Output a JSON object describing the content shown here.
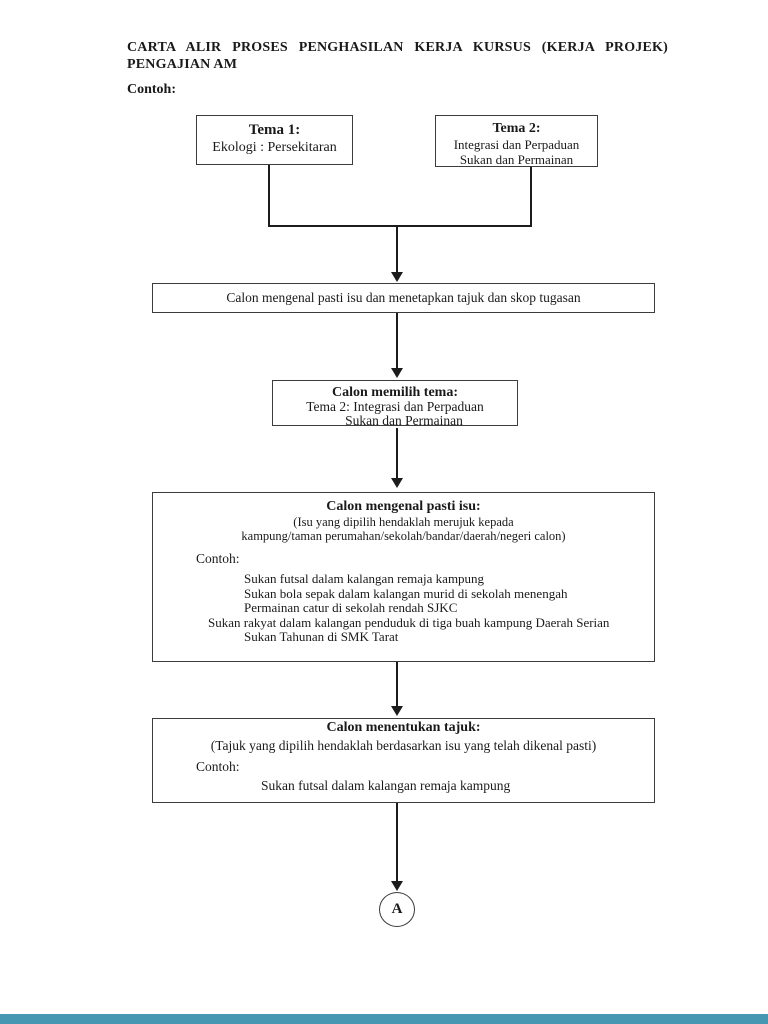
{
  "header": {
    "title_line1": "CARTA ALIR PROSES PENGHASILAN KERJA KURSUS (KERJA PROJEK)",
    "title_line2": "PENGAJIAN AM",
    "contoh_label": "Contoh:"
  },
  "flowchart": {
    "tema1": {
      "title": "Tema 1:",
      "line1": "Ekologi : Persekitaran"
    },
    "tema2": {
      "title": "Tema 2:",
      "line1": "Integrasi dan Perpaduan",
      "line2": "Sukan dan Permainan"
    },
    "step1": {
      "text": "Calon mengenal pasti isu dan menetapkan tajuk dan skop tugasan"
    },
    "step2": {
      "title": "Calon memilih tema:",
      "line1": "Tema 2: Integrasi dan Perpaduan",
      "line2": "Sukan dan Permainan"
    },
    "step3": {
      "title": "Calon mengenal pasti isu:",
      "note1": "(Isu yang dipilih hendaklah merujuk kepada",
      "note2": "kampung/taman perumahan/sekolah/bandar/daerah/negeri calon)",
      "contoh_label": "Contoh:",
      "examples": [
        "Sukan futsal dalam kalangan remaja kampung",
        "Sukan bola sepak dalam kalangan murid di sekolah menengah",
        "Permainan catur di sekolah rendah SJKC",
        "Sukan rakyat dalam kalangan penduduk di tiga buah kampung Daerah Serian",
        "Sukan Tahunan di SMK Tarat"
      ]
    },
    "step4": {
      "title": "Calon menentukan tajuk:",
      "note": "(Tajuk yang dipilih hendaklah berdasarkan isu yang telah dikenal pasti)",
      "contoh_label": "Contoh:",
      "example": "Sukan futsal dalam kalangan remaja kampung"
    },
    "offpage_connector": "A"
  },
  "colors": {
    "ink": "#1a1a1a",
    "box_border": "#3c3c3c",
    "line": "#1c1c1c",
    "bar": "#4697b1",
    "paper": "#ffffff"
  }
}
